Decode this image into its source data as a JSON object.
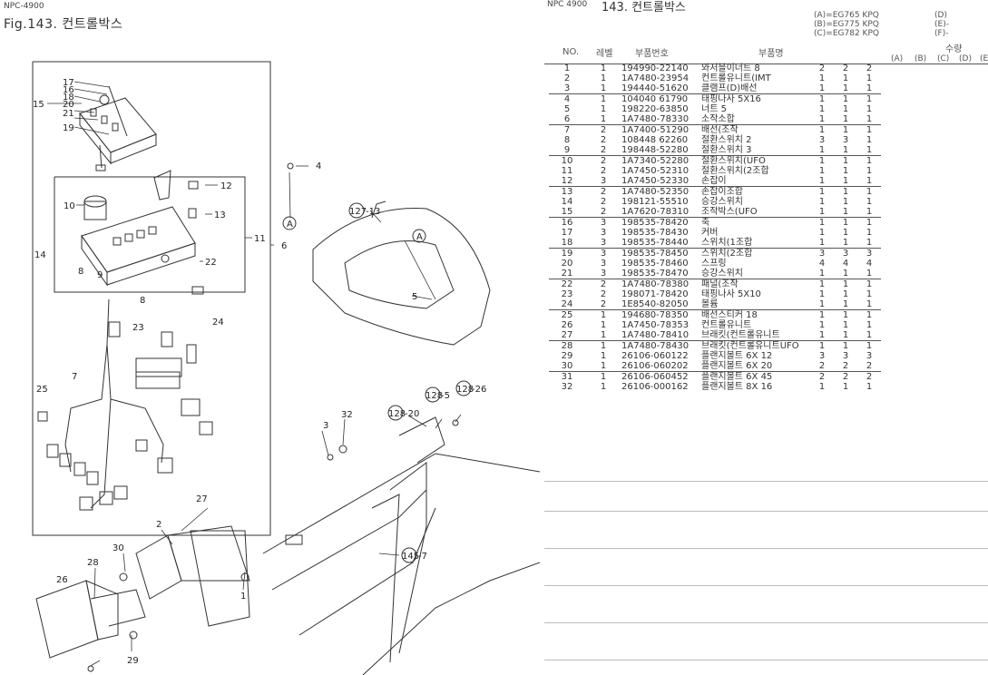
{
  "header": {
    "left_code": "NPC-4900",
    "left_title": "Fig.143.   컨트롤박스",
    "right_code": "NPC 4900",
    "right_title": "143.  컨트롤박스",
    "models": [
      "(A)=EG765 KPQ",
      "(B)=EG775 KPQ",
      "(C)=EG782 KPQ"
    ],
    "model_right": [
      "(D)",
      "(E)-",
      "(F)-"
    ]
  },
  "table": {
    "col_no": "NO.",
    "col_level": "레벨",
    "col_part": "부품번호",
    "col_name": "부품명",
    "col_qty": "수량",
    "qty_cols": [
      "(A)",
      "(B)",
      "(C)",
      "(D)",
      "(E"
    ],
    "rows": [
      {
        "no": "1",
        "lv": "1",
        "pn": "194990-22140",
        "name": "와저블이너트 8",
        "a": "2",
        "b": "2",
        "c": "2"
      },
      {
        "no": "2",
        "lv": "1",
        "pn": "1A7480-23954",
        "name": "컨트롤유니트(IMT",
        "a": "1",
        "b": "1",
        "c": "1"
      },
      {
        "no": "3",
        "lv": "1",
        "pn": "194440-51620",
        "name": "클램프(D)배선",
        "a": "1",
        "b": "1",
        "c": "1"
      },
      {
        "no": "4",
        "lv": "1",
        "pn": "104040 61790",
        "name": "태핑나사 5X16",
        "a": "1",
        "b": "1",
        "c": "1"
      },
      {
        "no": "5",
        "lv": "1",
        "pn": "198220-63850",
        "name": "너트 5",
        "a": "1",
        "b": "1",
        "c": "1"
      },
      {
        "no": "6",
        "lv": "1",
        "pn": "1A7480-78330",
        "name": "소작소합",
        "a": "1",
        "b": "1",
        "c": "1"
      },
      {
        "no": "7",
        "lv": "2",
        "pn": "1A7400-51290",
        "name": "배선(조작",
        "a": "1",
        "b": "1",
        "c": "1"
      },
      {
        "no": "8",
        "lv": "2",
        "pn": "108448 62260",
        "name": "절환스위치 2",
        "a": "3",
        "b": "3",
        "c": "1"
      },
      {
        "no": "9",
        "lv": "2",
        "pn": "198448-52280",
        "name": "절환스위치 3",
        "a": "1",
        "b": "1",
        "c": "1"
      },
      {
        "no": "10",
        "lv": "2",
        "pn": "1A7340-52280",
        "name": "절환스위치(UFO",
        "a": "1",
        "b": "1",
        "c": "1"
      },
      {
        "no": "11",
        "lv": "2",
        "pn": "1A7450-52310",
        "name": "절환스위치(2조합",
        "a": "1",
        "b": "1",
        "c": "1"
      },
      {
        "no": "12",
        "lv": "3",
        "pn": "1A7450-52330",
        "name": "손잡이",
        "a": "1",
        "b": "1",
        "c": "1"
      },
      {
        "no": "13",
        "lv": "2",
        "pn": "1A7480-52350",
        "name": "손잡이조합",
        "a": "1",
        "b": "1",
        "c": "1"
      },
      {
        "no": "14",
        "lv": "2",
        "pn": "198121-55510",
        "name": "승강스위치",
        "a": "1",
        "b": "1",
        "c": "1"
      },
      {
        "no": "15",
        "lv": "2",
        "pn": "1A7620-78310",
        "name": "조작박스(UFO",
        "a": "1",
        "b": "1",
        "c": "1"
      },
      {
        "no": "16",
        "lv": "3",
        "pn": "198535-78420",
        "name": "축",
        "a": "1",
        "b": "1",
        "c": "1"
      },
      {
        "no": "17",
        "lv": "3",
        "pn": "198535-78430",
        "name": "커버",
        "a": "1",
        "b": "1",
        "c": "1"
      },
      {
        "no": "18",
        "lv": "3",
        "pn": "198535-78440",
        "name": "스위치(1조합",
        "a": "1",
        "b": "1",
        "c": "1"
      },
      {
        "no": "19",
        "lv": "3",
        "pn": "198535-78450",
        "name": "스위치(2조합",
        "a": "3",
        "b": "3",
        "c": "3"
      },
      {
        "no": "20",
        "lv": "3",
        "pn": "198535-78460",
        "name": "스프링",
        "a": "4",
        "b": "4",
        "c": "4"
      },
      {
        "no": "21",
        "lv": "3",
        "pn": "198535-78470",
        "name": "승강스위치",
        "a": "1",
        "b": "1",
        "c": "1"
      },
      {
        "no": "22",
        "lv": "2",
        "pn": "1A7480-78380",
        "name": "패널(조작",
        "a": "1",
        "b": "1",
        "c": "1"
      },
      {
        "no": "23",
        "lv": "2",
        "pn": "198071-78420",
        "name": "태핑나사 5X10",
        "a": "1",
        "b": "1",
        "c": "1"
      },
      {
        "no": "24",
        "lv": "2",
        "pn": "1E8540-82050",
        "name": "볼륨",
        "a": "1",
        "b": "1",
        "c": "1"
      },
      {
        "no": "25",
        "lv": "1",
        "pn": "194680-78350",
        "name": "배선스티커 18",
        "a": "1",
        "b": "1",
        "c": "1"
      },
      {
        "no": "26",
        "lv": "1",
        "pn": "1A7450-78353",
        "name": "컨트롤유니트",
        "a": "1",
        "b": "1",
        "c": "1"
      },
      {
        "no": "27",
        "lv": "1",
        "pn": "1A7480-78410",
        "name": "브래킷(컨트롤유니트",
        "a": "1",
        "b": "1",
        "c": "1"
      },
      {
        "no": "28",
        "lv": "1",
        "pn": "1A7480-78430",
        "name": "브래킷(컨트롤유니트UFO",
        "a": "1",
        "b": "1",
        "c": "1"
      },
      {
        "no": "29",
        "lv": "1",
        "pn": "26106-060122",
        "name": "플랜지볼트 6X 12",
        "a": "3",
        "b": "3",
        "c": "3"
      },
      {
        "no": "30",
        "lv": "1",
        "pn": "26106-060202",
        "name": "플랜지볼트 6X 20",
        "a": "2",
        "b": "2",
        "c": "2"
      },
      {
        "no": "31",
        "lv": "1",
        "pn": "26106-060452",
        "name": "플랜지볼트 6X 45",
        "a": "2",
        "b": "2",
        "c": "2"
      },
      {
        "no": "32",
        "lv": "1",
        "pn": "26106-000162",
        "name": "플랜지볼트 8X 16",
        "a": "1",
        "b": "1",
        "c": "1"
      }
    ]
  },
  "diagram_labels": {
    "n1": "1",
    "n2": "2",
    "n3": "3",
    "n4": "4",
    "n5": "5",
    "n6": "6",
    "n7": "7",
    "n8": "8",
    "n9": "9",
    "n10": "10",
    "n11": "11",
    "n12": "12",
    "n13": "13",
    "n14": "14",
    "n15": "15",
    "n16": "16",
    "n17": "17",
    "n18": "18",
    "n19": "19",
    "n20": "20",
    "n21": "21",
    "n22": "22",
    "n23": "23",
    "n24": "24",
    "n25": "25",
    "n26": "26",
    "n27": "27",
    "n28": "28",
    "n29": "29",
    "n30": "30",
    "n32": "32",
    "ref127": "127",
    "ref127s": "-13",
    "ref128a": "128",
    "ref128as": "-5",
    "ref128b": "128",
    "ref128bs": "-26",
    "ref128c": "128",
    "ref128cs": "-20",
    "ref145": "145",
    "ref145s": "-7",
    "callout_a": "A"
  }
}
